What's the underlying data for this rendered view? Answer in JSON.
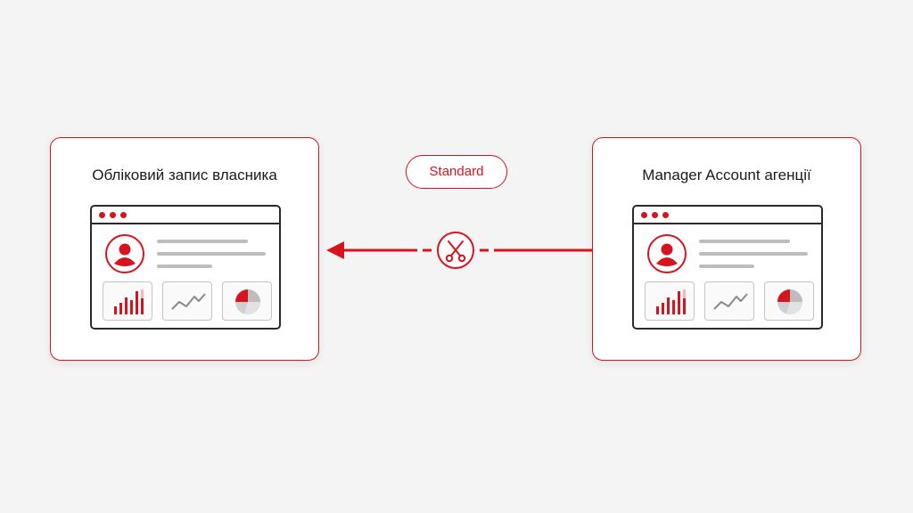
{
  "badge": {
    "label": "Standard"
  },
  "left_card": {
    "title": "Обліковий запис власника"
  },
  "right_card": {
    "title": "Manager Account агенції"
  },
  "colors": {
    "accent": "#d7141e",
    "light_accent": "#f2b8bb",
    "neutral": "#bdbdbd",
    "background": "#f4f4f4"
  },
  "icons": [
    "user-icon",
    "bar-chart-icon",
    "line-chart-icon",
    "pie-chart-icon",
    "scissors-icon",
    "arrow-left-icon"
  ]
}
